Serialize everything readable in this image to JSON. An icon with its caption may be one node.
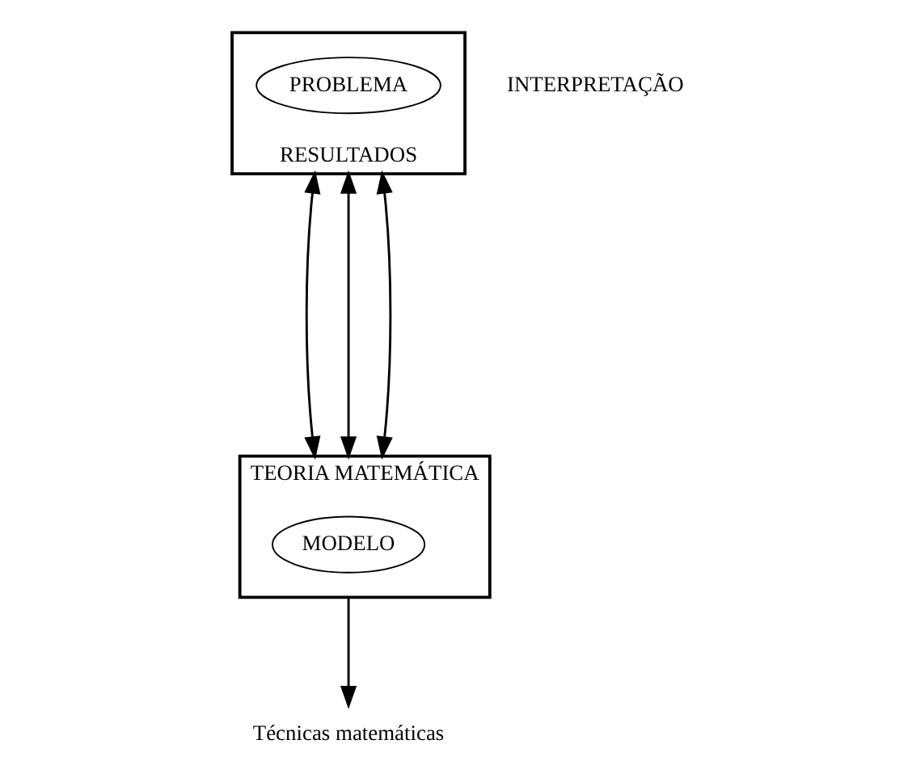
{
  "diagram": {
    "nodes": [
      {
        "text": [
          "RESULTADOS"
        ]
      },
      {
        "text": [
          "PROBLEMA"
        ],
        "in": 0
      },
      {
        "text": [
          "TEORIA MATEMÁTICA"
        ]
      },
      {
        "text": [
          "MODELO"
        ],
        "in": 2
      },
      {
        "text": [
          "Técnicas matemáticas"
        ]
      }
    ],
    "edges": [
      {
        "from": 0,
        "to": 2,
        "arrow": "both"
      },
      {
        "from": 0,
        "to": 2,
        "arrow": "both"
      },
      {
        "from": 0,
        "to": 2,
        "arrow": "both"
      },
      {
        "from": 2,
        "to": 4,
        "arrow": "to"
      }
    ],
    "labels": [
      "INTERPRETAÇÃO"
    ]
  }
}
